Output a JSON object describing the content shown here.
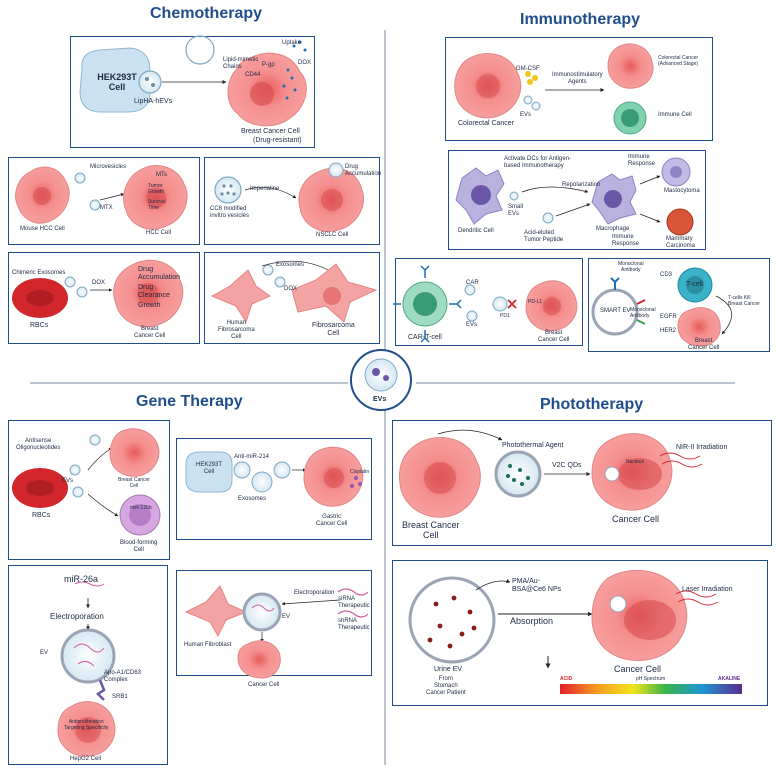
{
  "sections": {
    "chemo": "Chemotherapy",
    "immuno": "Immunotherapy",
    "gene": "Gene Therapy",
    "photo": "Phototherapy",
    "center": "EVs"
  },
  "chemo_top": {
    "source": "HEK293T\nCell",
    "vesicle": "LipHA-hEVs",
    "lipid": "Lipid-mimetic\nChains",
    "uptake": "Uptake",
    "pgp": "P-gp",
    "cd44": "CD44",
    "dox": "DOX",
    "target": "Breast Cancer Cell",
    "target_sub": "(Drug-resistant)"
  },
  "chemo_hcc": {
    "mv": "Microvesicles",
    "mtx": "MTX",
    "source": "Mouse HCC Cell",
    "target": "HCC Cell",
    "mts": "MTs",
    "tumor_growth": "Tumor\nGrowth",
    "survival": "Survival\nTime"
  },
  "chemo_nsclc": {
    "drug": "Imperialine",
    "vesicle": "CC8 modified\ninvitro vesicles",
    "target": "NSCLC Cell",
    "drug_acc": "Drug\nAccumulation"
  },
  "chemo_rbc": {
    "vesicle": "Chimeric Exosomes",
    "dox": "DOX",
    "source": "RBCs",
    "drug_acc": "Drug\nAccumulation",
    "drug_clear": "Drug\nClearance",
    "growth": "Growth",
    "target": "Breast\nCancer Cell"
  },
  "chemo_fibro": {
    "vesicle": "Exosomes",
    "dox": "DOX",
    "source": "Human\nFibrosarcoma\nCell",
    "target": "Fibrosarcoma\nCell"
  },
  "immuno_crc": {
    "source": "Colorectal Cancer",
    "gmcsf": "GM-CSF",
    "evs": "EVs",
    "agents": "Immunostimulatory\nAgents",
    "target": "Colorectal Cancer\n(Advanced Stage)",
    "immune": "Immune Cell"
  },
  "immuno_dc": {
    "activate": "Activate DCs for Antigen-\nbased Immunotherapy",
    "dc": "Dendritic Cell",
    "small": "Small\nEVs",
    "peptide": "Acid-eluted\nTumor Peptide",
    "repol": "Repolarization",
    "macro": "Macrophage",
    "resp1": "Immune\nResponse",
    "resp2": "Immune\nResponse",
    "masto": "Mastocytoma",
    "mammary": "Mammary\nCarcinoma"
  },
  "immuno_cart": {
    "source": "CAR-T-cell",
    "car": "CAR",
    "evs": "EVs",
    "pd1": "PD1",
    "pdl1": "PD-L1",
    "target": "Breast\nCancer Cell"
  },
  "immuno_smart": {
    "mab1": "Monoclonal\nAntibody",
    "mab2": "Monoclonal\nAntibody",
    "smart": "SMART EV",
    "cd3": "CD3",
    "tcell": "T-cell",
    "egfr": "EGFR",
    "her2": "HER2",
    "kill": "T-cells Kill\nBreast Cancer",
    "target": "Breast\nCancer Cell"
  },
  "gene_rbc": {
    "aso": "Antisense\nOligonucleotides",
    "source": "RBCs",
    "evs": "EVs",
    "t1": "Breast Cancer\nCell",
    "t2": "Blood-forming\nCell",
    "mir": "miR-125b"
  },
  "gene_gastric": {
    "source": "HEK293T\nCell",
    "anti": "Anti-miR-214",
    "exo": "Exosomes",
    "t1": "Gastric\nCancer Cell",
    "cis": "Cisplatin"
  },
  "gene_hep": {
    "mir": "miR-26a",
    "electro": "Electroporation",
    "ev": "EV",
    "apo": "Apo-A1/CD63\nComplex",
    "srb1": "SRB1",
    "anti": "Antiproliferation\nTargeting Specificity",
    "target": "HepG2 Cell"
  },
  "gene_fibro": {
    "source": "Human Fibroblast",
    "ev": "EV",
    "electro": "Electroporation",
    "sirna": "siRNA\nTherapeutic",
    "shrna": "shRNA\nTherapeutic",
    "target": "Cancer Cell"
  },
  "photo_top": {
    "source": "Breast Cancer\nCell",
    "agent": "Photothermal Agent",
    "v2c": "V2C QDs",
    "nir": "NIR-II Irradiation",
    "nucleus": "Nucleus",
    "target": "Cancer Cell"
  },
  "photo_bot": {
    "np": "PMA/Au-\nBSA@Ce6 NPs",
    "laser": "Laser Irradiation",
    "absorb": "Absorption",
    "urine": "Urine EV",
    "from": "From\nStomach\nCancer Patient",
    "target": "Cancer Cell",
    "acid": "ACID",
    "ph": "pH Spectrum",
    "alk": "AKALINE"
  },
  "colors": {
    "heading": "#1f4e8a",
    "frame": "#1f4e8a",
    "cancer": "#f28b8b",
    "cancer_dark": "#d9605f",
    "vesicle": "#9fc9e0",
    "rbc": "#d2262c"
  }
}
